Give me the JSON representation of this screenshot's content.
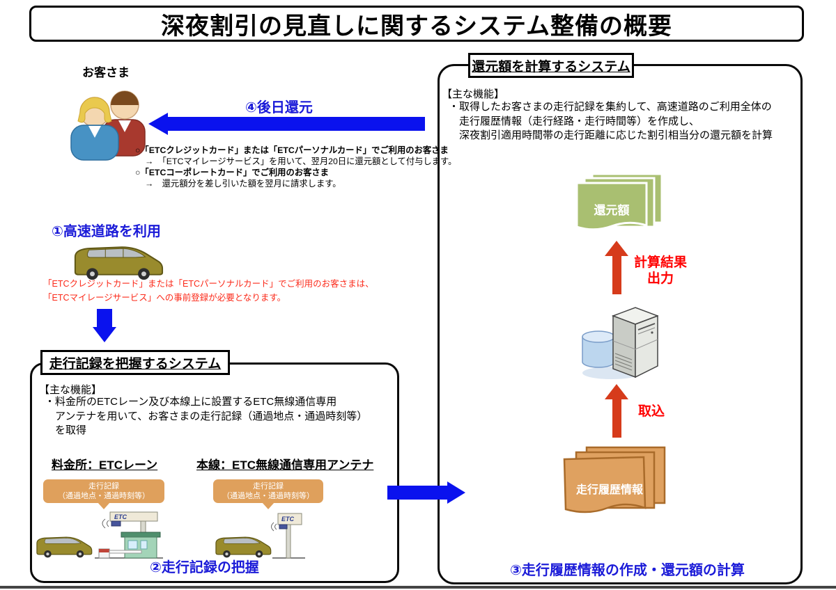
{
  "title": "深夜割引の見直しに関するシステム整備の概要",
  "customer": {
    "label": "お客さま"
  },
  "steps": {
    "step1": "①高速道路を利用",
    "step2": "②走行記録の把握",
    "step3": "③走行履歴情報の作成・還元額の計算",
    "step4": "④後日還元"
  },
  "refund_notes": {
    "line1": "○「ETCクレジットカード」または「ETCパーソナルカード」でご利用のお客さま",
    "line2": "→　「ETCマイレージサービス」を用いて、翌月20日に還元額として付与します。",
    "line3": "○「ETCコーポレートカード」でご利用のお客さま",
    "line4": "→　還元額分を差し引いた額を翌月に請求します。"
  },
  "precaution": {
    "line1": "「ETCクレジットカード」または「ETCパーソナルカード」でご利用のお客さまは、",
    "line2": "「ETCマイレージサービス」への事前登録が必要となります。"
  },
  "record_system": {
    "header": "走行記録を把握するシステム",
    "functions_title": "【主な機能】",
    "functions": [
      "・料金所のETCレーン及び本線上に設置するETC無線通信専用",
      "　アンテナを用いて、お客さまの走行記録（通過地点・通過時刻等）",
      "　を取得"
    ],
    "tollgate_heading": "料金所：ETCレーン",
    "mainline_heading": "本線：ETC無線通信専用アンテナ",
    "callout": {
      "line1": "走行記録",
      "line2": "（通過地点・通過時刻等）"
    },
    "etc_sign": "ETC"
  },
  "calc_system": {
    "header": "還元額を計算するシステム",
    "functions_title": "【主な機能】",
    "functions": [
      "・取得したお客さまの走行記録を集約して、高速道路のご利用全体の",
      "　走行履歴情報（走行経路・走行時間等）を作成し、",
      "　深夜割引適用時間帯の走行距離に応じた割引相当分の還元額を計算"
    ],
    "refund_doc_label": "還元額",
    "output_label_line1": "計算結果",
    "output_label_line2": "出力",
    "import_label": "取込",
    "history_doc_label": "走行履歴情報"
  },
  "icons": {
    "customers": "two-people-icon",
    "vehicle": "minivan-icon",
    "tollgate": "etc-tollgate-icon",
    "antenna": "etc-roadside-antenna-icon",
    "server": "server-database-icon",
    "refund_docs": "green-documents-icon",
    "history_docs": "orange-documents-icon"
  },
  "colors": {
    "arrow_blue": "#0a12ee",
    "step_blue": "#1b1bd8",
    "arrow_red": "#d63b1b",
    "label_red": "#ff0000",
    "note_red": "#fb2a1a",
    "callout_orange": "#dfa05c",
    "doc_orange": "#dfa160",
    "doc_orange_border": "#a96b2a",
    "doc_green": "#a9bf71",
    "car_olive": "#998b2d"
  }
}
